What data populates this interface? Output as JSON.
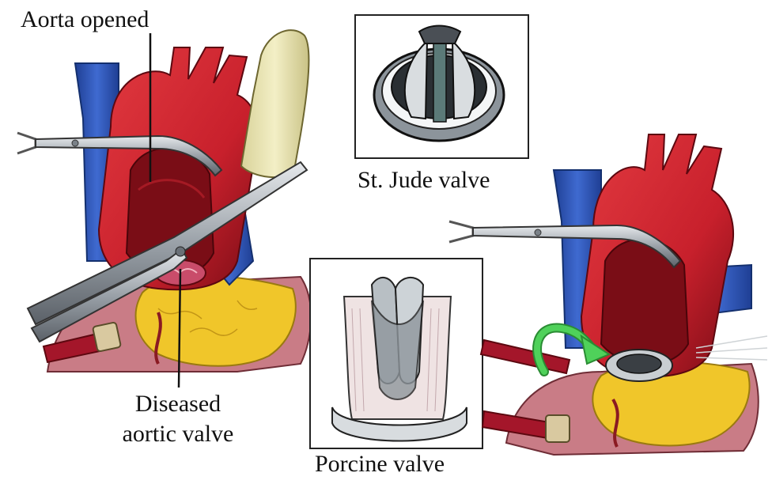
{
  "labels": {
    "aorta_opened": "Aorta opened",
    "diseased_line1": "Diseased",
    "diseased_line2": "aortic valve",
    "st_jude": "St. Jude valve",
    "porcine": "Porcine valve"
  },
  "colors": {
    "aorta_red": "#c8202c",
    "aorta_dark": "#7a0d16",
    "vein_blue": "#2f57b8",
    "fat_yellow": "#f0c62a",
    "tissue_pink": "#c97c86",
    "arrow_green": "#3fc24a",
    "metal": "#9ea5ad",
    "finger_cream": "#e9e4b3"
  }
}
